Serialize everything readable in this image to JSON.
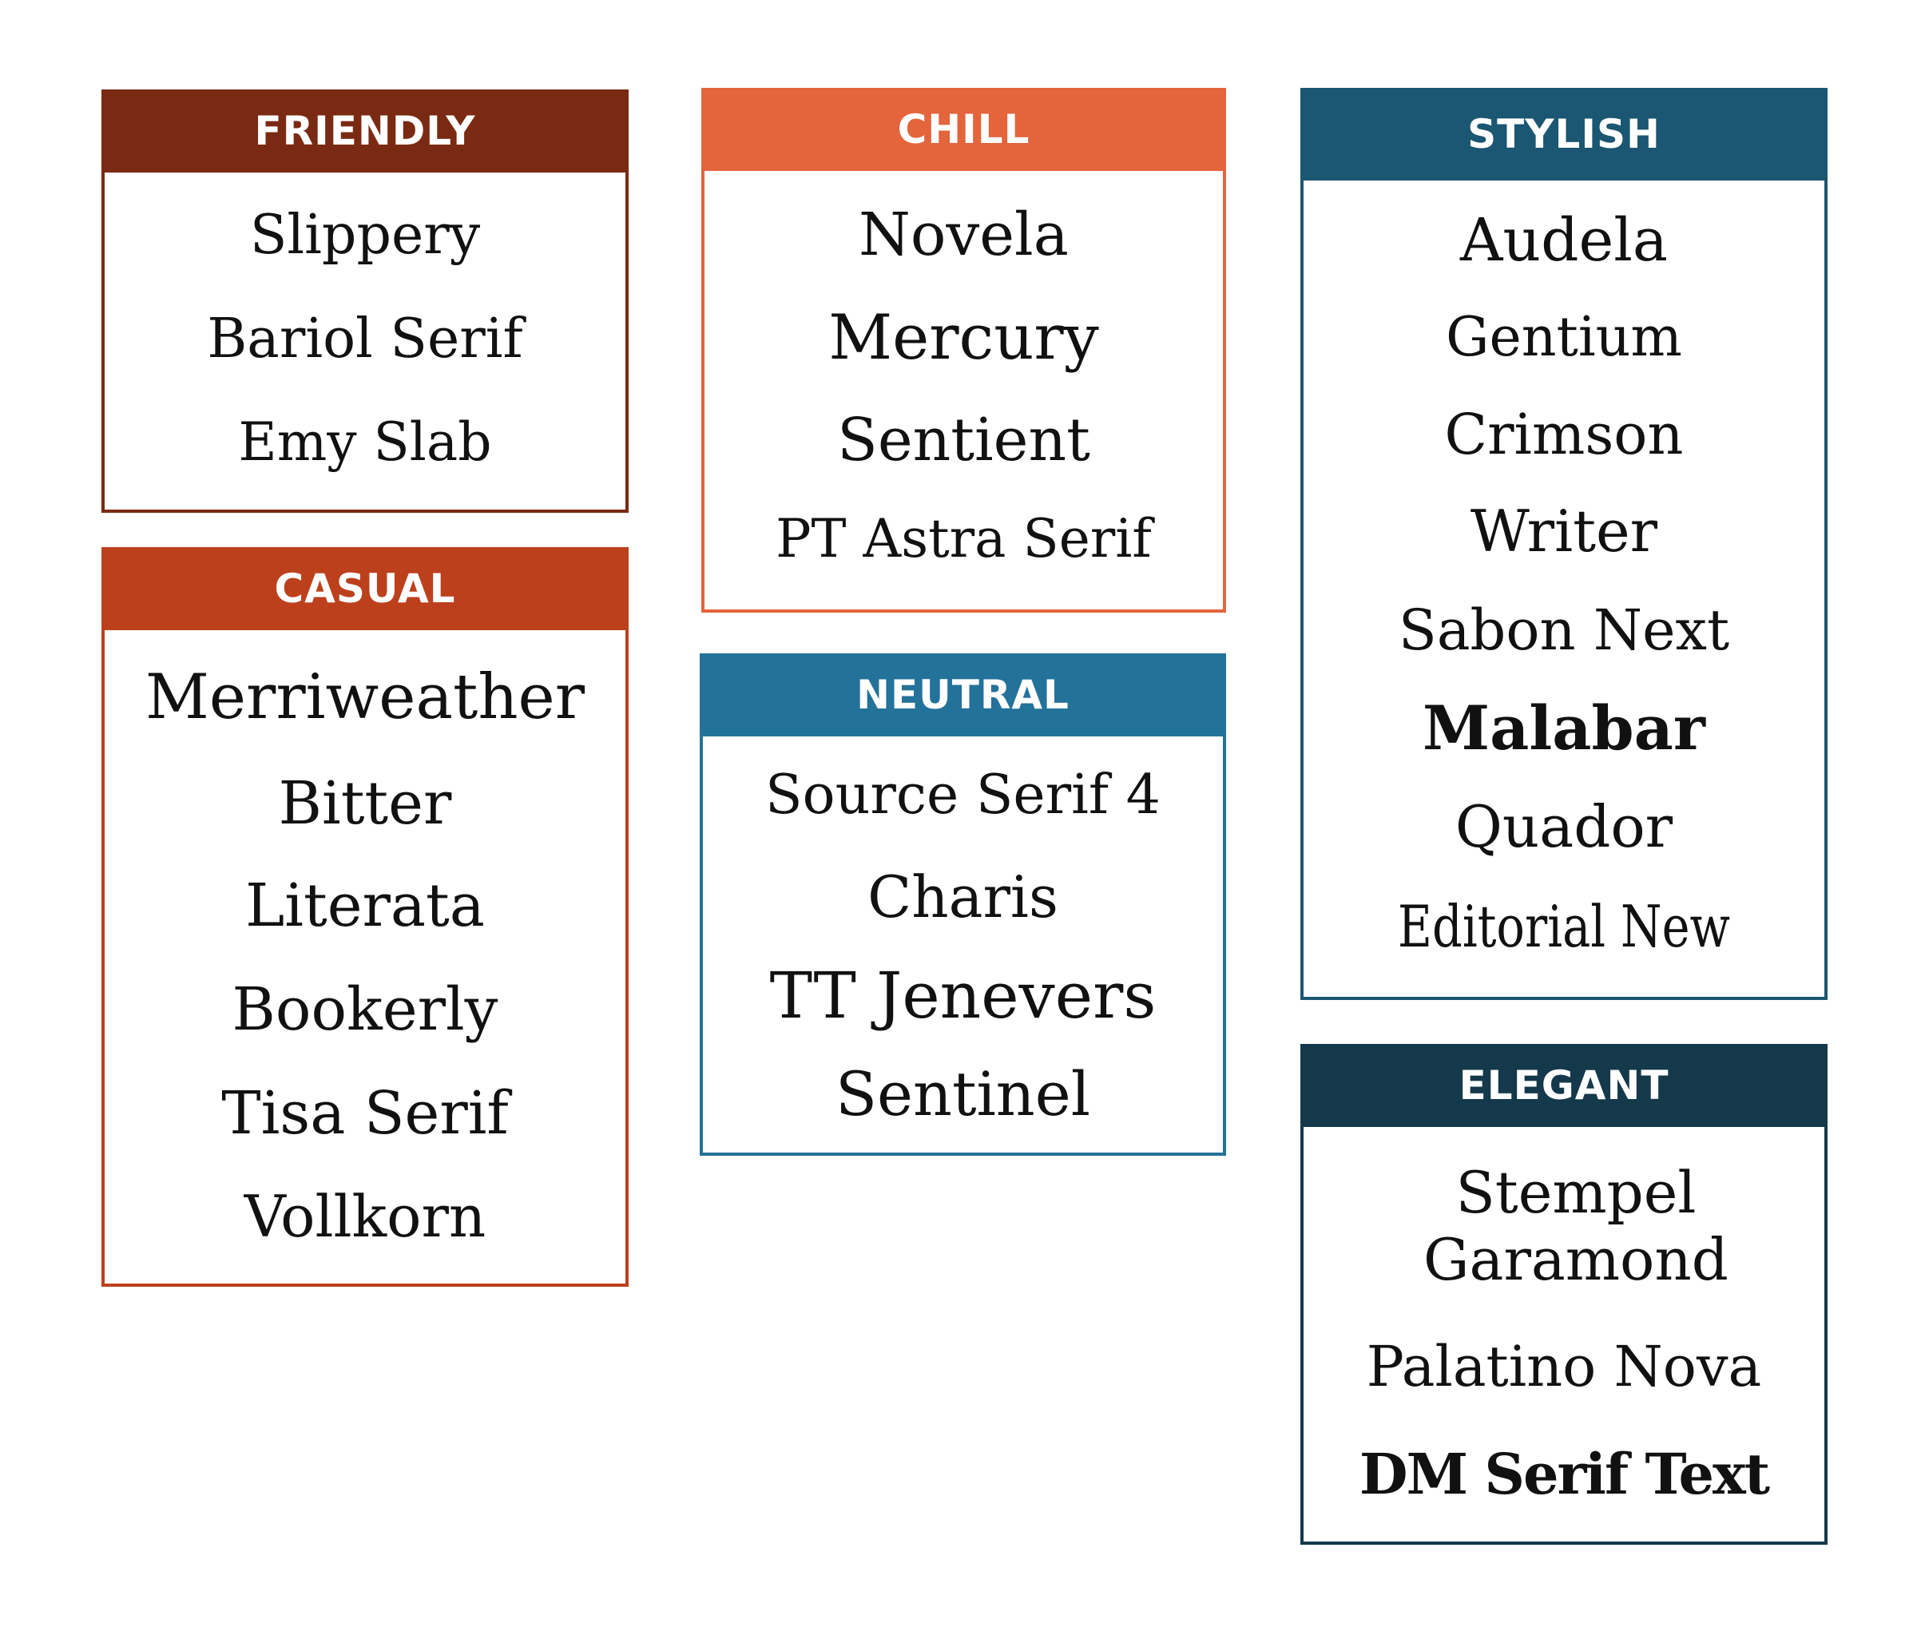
{
  "colors": {
    "friendly": "#7a2a12",
    "casual": "#bd401d",
    "chill": "#e4643c",
    "neutral": "#23729a",
    "stylish": "#1b5672",
    "elegant": "#14394b",
    "text": "#111111",
    "background": "#ffffff"
  },
  "categories": {
    "friendly": {
      "title": "FRIENDLY",
      "fonts": [
        "Slippery",
        "Bariol Serif",
        "Emy Slab"
      ]
    },
    "casual": {
      "title": "CASUAL",
      "fonts": [
        "Merriweather",
        "Bitter",
        "Literata",
        "Bookerly",
        "Tisa Serif",
        "Vollkorn"
      ]
    },
    "chill": {
      "title": "CHILL",
      "fonts": [
        "Novela",
        "Mercury",
        "Sentient",
        "PT Astra Serif"
      ]
    },
    "neutral": {
      "title": "NEUTRAL",
      "fonts": [
        "Source Serif 4",
        "Charis",
        "TT Jenevers",
        "Sentinel"
      ]
    },
    "stylish": {
      "title": "STYLISH",
      "fonts": [
        "Audela",
        "Gentium",
        "Crimson",
        "Writer",
        "Sabon Next",
        "Malabar",
        "Quador",
        "Editorial New"
      ]
    },
    "elegant": {
      "title": "ELEGANT",
      "fonts": [
        "Stempel Garamond",
        "Palatino Nova",
        "DM Serif Text"
      ]
    }
  }
}
